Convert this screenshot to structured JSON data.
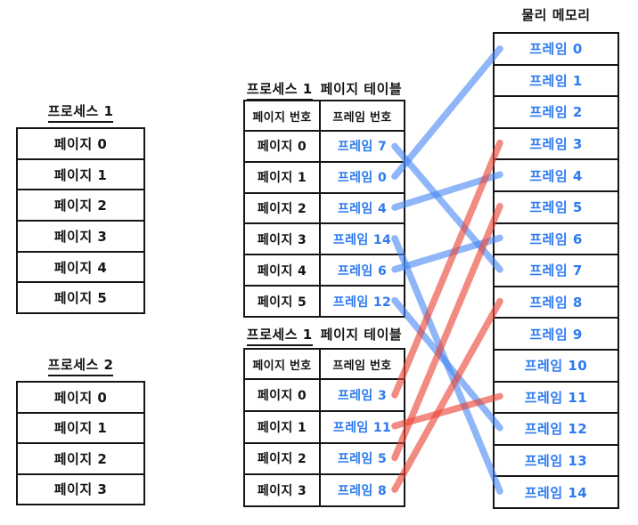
{
  "colors": {
    "ink": "#151515",
    "handwriting_blue": "#2e7bf0",
    "line_blue": "#4285f4",
    "line_red": "#ea4335"
  },
  "process1_stack": {
    "title": "프로세스 1",
    "rows": [
      "페이지 0",
      "페이지 1",
      "페이지 2",
      "페이지 3",
      "페이지 4",
      "페이지 5"
    ]
  },
  "process2_stack": {
    "title": "프로세스 2",
    "rows": [
      "페이지 0",
      "페이지 1",
      "페이지 2",
      "페이지 3"
    ]
  },
  "table1": {
    "title_prefix": "프로세스 1",
    "title_suffix": "페이지 테이블",
    "col_page": "페이지 번호",
    "col_frame": "프레임 번호",
    "rows": [
      {
        "page": "페이지 0",
        "frame": "프레임 7",
        "frame_index": 7
      },
      {
        "page": "페이지 1",
        "frame": "프레임 0",
        "frame_index": 0
      },
      {
        "page": "페이지 2",
        "frame": "프레임 4",
        "frame_index": 4
      },
      {
        "page": "페이지 3",
        "frame": "프레임 14",
        "frame_index": 14
      },
      {
        "page": "페이지 4",
        "frame": "프레임 6",
        "frame_index": 6
      },
      {
        "page": "페이지 5",
        "frame": "프레임 12",
        "frame_index": 12
      }
    ]
  },
  "table2": {
    "title_prefix": "프로세스 1",
    "title_suffix": "페이지 테이블",
    "col_page": "페이지 번호",
    "col_frame": "프레임 번호",
    "rows": [
      {
        "page": "페이지 0",
        "frame": "프레임 3",
        "frame_index": 3
      },
      {
        "page": "페이지 1",
        "frame": "프레임 11",
        "frame_index": 11
      },
      {
        "page": "페이지 2",
        "frame": "프레임 5",
        "frame_index": 5
      },
      {
        "page": "페이지 3",
        "frame": "프레임 8",
        "frame_index": 8
      }
    ]
  },
  "memory": {
    "title": "물리 메모리",
    "rows": [
      "프레임 0",
      "프레임 1",
      "프레임 2",
      "프레임 3",
      "프레임 4",
      "프레임 5",
      "프레임 6",
      "프레임 7",
      "프레임 8",
      "프레임 9",
      "프레임 10",
      "프레임 11",
      "프레임 12",
      "프레임 13",
      "프레임 14"
    ]
  }
}
